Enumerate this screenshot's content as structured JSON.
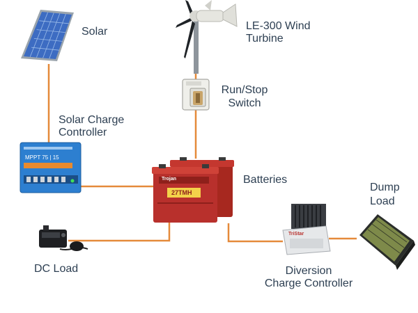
{
  "colors": {
    "wire": "#e58a3a",
    "label": "#2d3f52",
    "battery": "#b8302c",
    "controller": "#2d7fd0"
  },
  "labels": {
    "solar": "Solar",
    "turbine_l1": "LE-300 Wind",
    "turbine_l2": "Turbine",
    "switch_l1": "Run/Stop",
    "switch_l2": "Switch",
    "scc_l1": "Solar Charge",
    "scc_l2": "Controller",
    "batteries": "Batteries",
    "dump_l1": "Dump",
    "dump_l2": "Load",
    "dc_load": "DC Load",
    "dcc_l1": "Diversion",
    "dcc_l2": "Charge Controller"
  },
  "device_text": {
    "mppt": "MPPT 75 | 15",
    "battery_model": "27TMH",
    "trojan": "Trojan",
    "tristar": "TriStar"
  },
  "icons": {
    "solar": "solar-panel-icon",
    "turbine": "wind-turbine-icon",
    "switch": "run-stop-switch-icon",
    "scc": "solar-charge-controller-icon",
    "batteries": "batteries-icon",
    "dc_load": "dc-load-radio-icon",
    "dcc": "diversion-charge-controller-icon",
    "dump": "dump-load-icon"
  }
}
